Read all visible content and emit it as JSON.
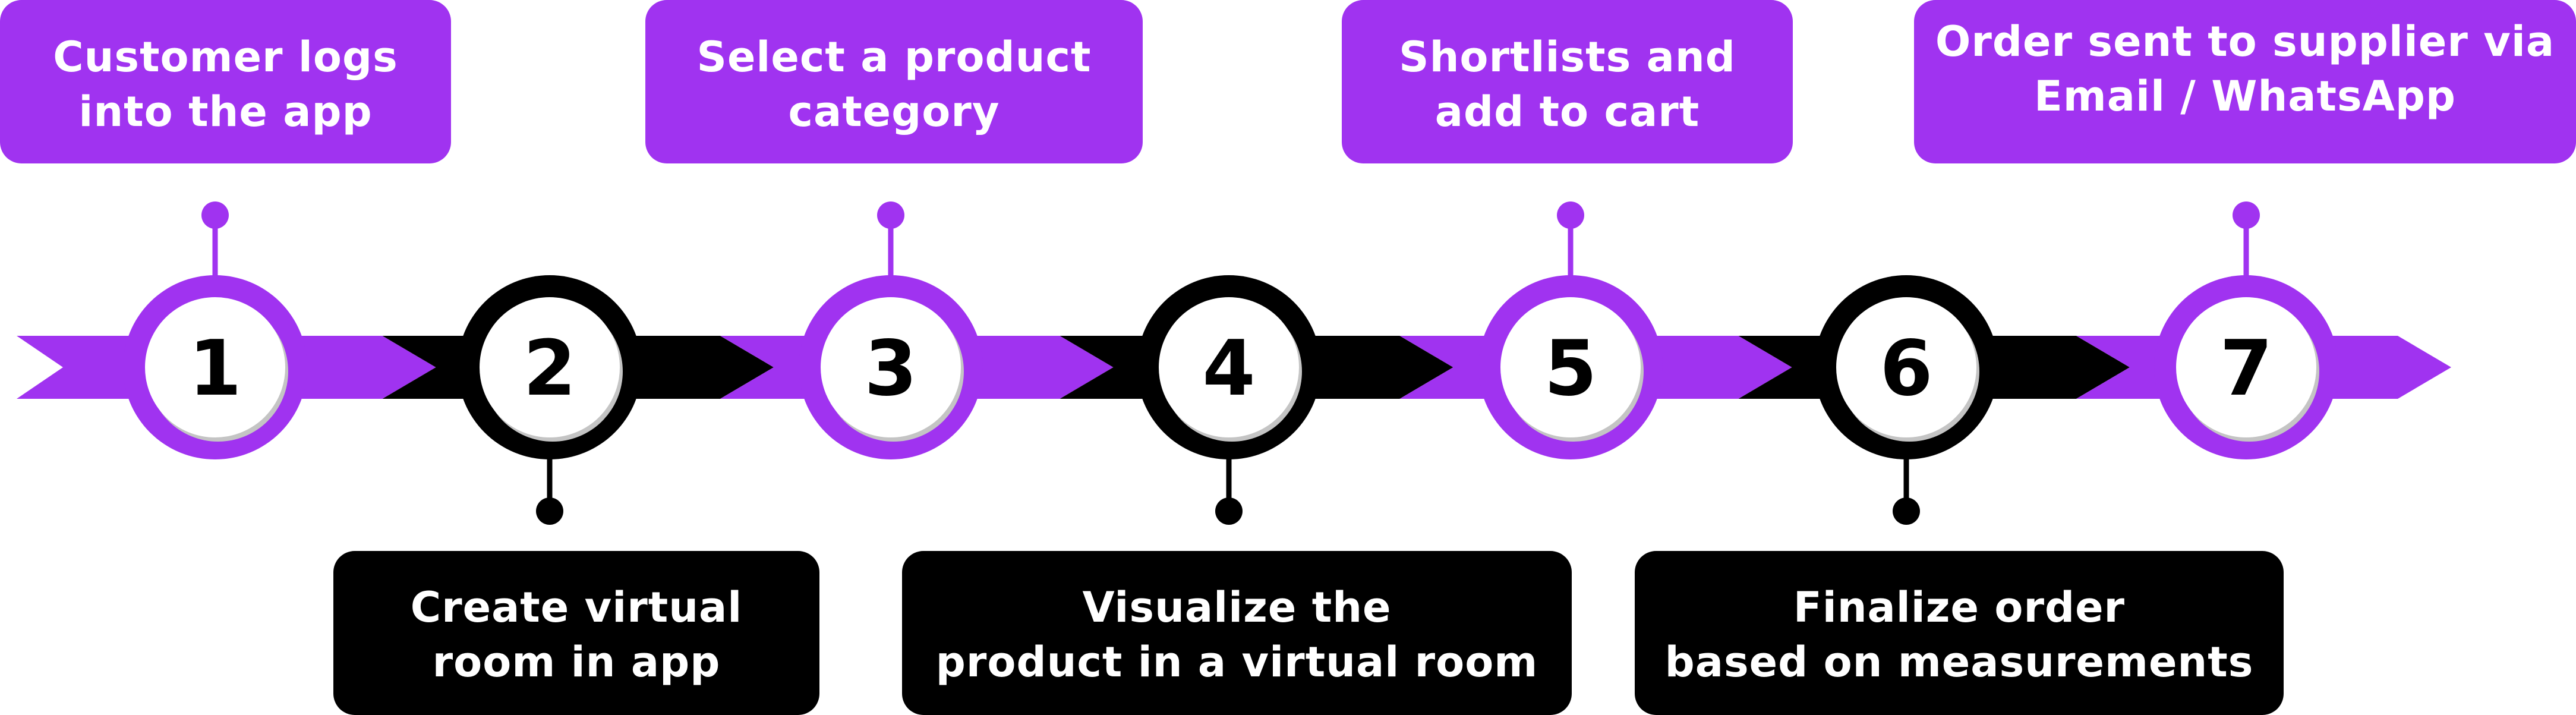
{
  "colors": {
    "purple": "#a033f0",
    "black": "#000000",
    "white": "#ffffff",
    "circle_shadow": "#c4c4c4"
  },
  "steps": [
    {
      "number": "1",
      "lines": [
        "Customer logs",
        "into the app"
      ],
      "color": "purple",
      "label_side": "top"
    },
    {
      "number": "2",
      "lines": [
        "Create virtual",
        "room in app"
      ],
      "color": "black",
      "label_side": "bottom"
    },
    {
      "number": "3",
      "lines": [
        "Select a product",
        "category"
      ],
      "color": "purple",
      "label_side": "top"
    },
    {
      "number": "4",
      "lines": [
        "Visualize the",
        "product in a virtual room"
      ],
      "color": "black",
      "label_side": "bottom"
    },
    {
      "number": "5",
      "lines": [
        "Shortlists and",
        "add to cart"
      ],
      "color": "purple",
      "label_side": "top"
    },
    {
      "number": "6",
      "lines": [
        "Finalize order",
        "based on measurements"
      ],
      "color": "black",
      "label_side": "bottom"
    },
    {
      "number": "7",
      "lines": [
        "Order sent to supplier via",
        "Email / WhatsApp"
      ],
      "color": "purple",
      "label_side": "top"
    }
  ]
}
